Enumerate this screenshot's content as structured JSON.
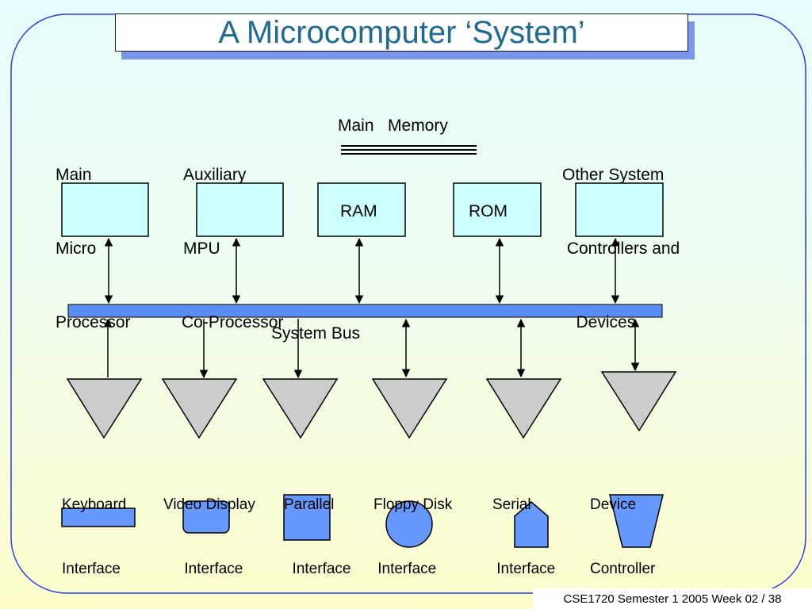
{
  "slide": {
    "title": "A Microcomputer ‘System’",
    "footer": "CSE1720 Semester 1 2005 Week 02 / 38"
  },
  "components": {
    "main_processor": [
      "Main",
      "Micro",
      "Processor"
    ],
    "auxiliary_processor": [
      "Auxiliary",
      "MPU",
      "Co-Processor"
    ],
    "main_memory": "Main   Memory",
    "ram": "RAM",
    "rom": "ROM",
    "other_system": [
      "Other System",
      " Controllers and",
      "   Devices"
    ]
  },
  "bus": {
    "label": "System Bus"
  },
  "interfaces": [
    {
      "name": "keyboard",
      "lines": [
        "Keyboard",
        "Interface"
      ]
    },
    {
      "name": "video-display",
      "lines": [
        "Video Display",
        "     Interface"
      ]
    },
    {
      "name": "parallel",
      "lines": [
        "Parallel",
        "  Interface"
      ]
    },
    {
      "name": "floppy-disk",
      "lines": [
        "Floppy Disk",
        " Interface"
      ]
    },
    {
      "name": "serial",
      "lines": [
        "Serial",
        " Interface"
      ]
    },
    {
      "name": "device-controller",
      "lines": [
        "Device",
        "Controller"
      ]
    }
  ],
  "colors": {
    "box_fill": "#ccffff",
    "bus_fill": "#5b8ef5",
    "triangle_fill": "#cccccc",
    "device_shape_fill": "#6699ff",
    "frame_stroke": "#2a3cf0",
    "title_text": "#1f6a93",
    "title_shadow": "#7b97ec"
  }
}
